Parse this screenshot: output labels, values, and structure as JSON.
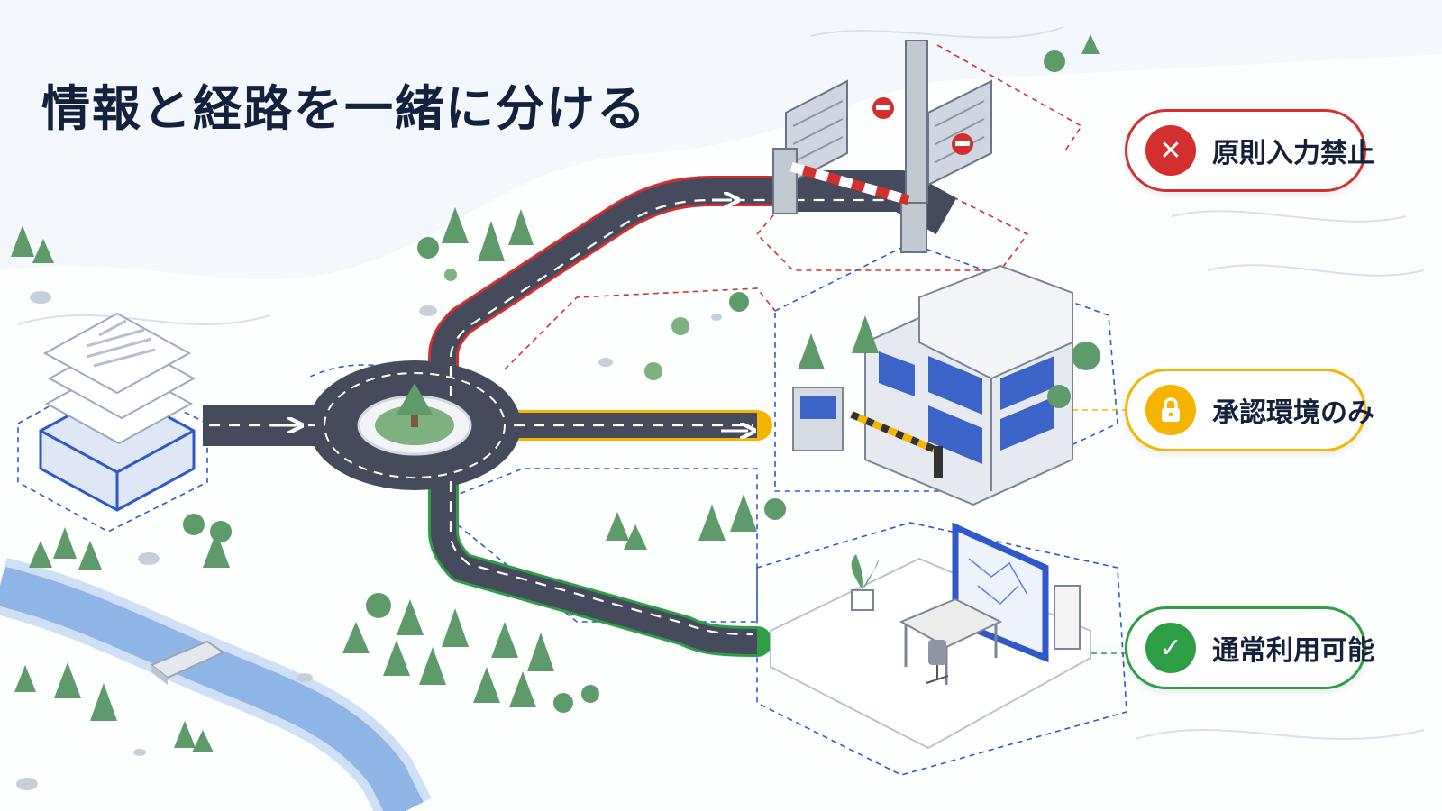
{
  "title": "情報と経路を一緒に分ける",
  "badges": [
    {
      "label": "原則入力禁止",
      "status": "blocked",
      "icon": "x-mark-icon",
      "color": "#d32f2f"
    },
    {
      "label": "承認環境のみ",
      "status": "restricted",
      "icon": "padlock-icon",
      "color": "#f4b400"
    },
    {
      "label": "通常利用可能",
      "status": "allowed",
      "icon": "checkmark-icon",
      "color": "#2e9e46"
    }
  ],
  "colors": {
    "road": "#454b5c",
    "blocked": "#d32f2f",
    "restricted": "#f4b400",
    "allowed": "#2e9e46",
    "dashed_outline": "#2f58c8",
    "river": "#8fb4e6",
    "tree": "#5f9a6b"
  }
}
